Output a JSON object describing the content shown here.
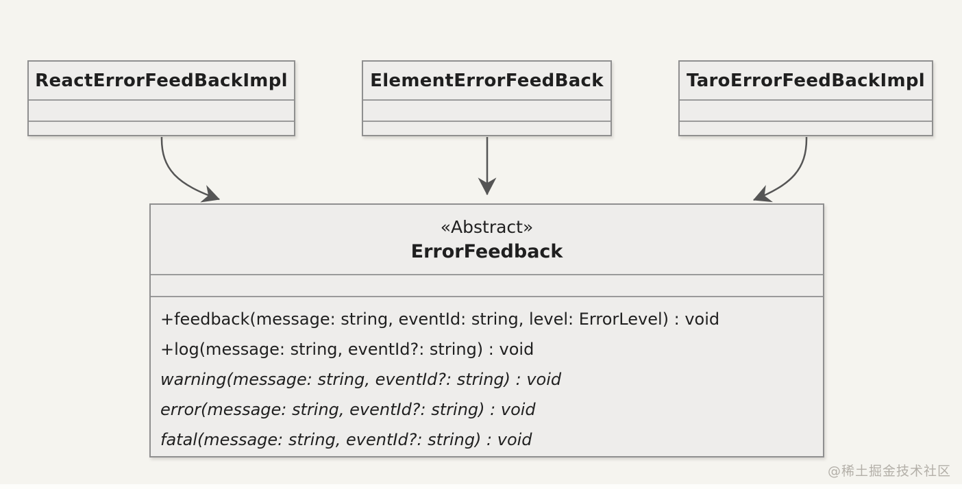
{
  "diagram": {
    "type": "uml-class-diagram",
    "impl_classes": [
      {
        "title": "ReactErrorFeedBackImpl"
      },
      {
        "title": "ElementErrorFeedBack"
      },
      {
        "title": "TaroErrorFeedBackImpl"
      }
    ],
    "abstract_class": {
      "stereotype": "«Abstract»",
      "title": "ErrorFeedback",
      "methods": [
        {
          "text": "+feedback(message: string, eventId: string, level: ErrorLevel) : void",
          "style": "normal"
        },
        {
          "text": "+log(message: string, eventId?: string) : void",
          "style": "normal"
        },
        {
          "text": "warning(message: string, eventId?: string) : void",
          "style": "italic"
        },
        {
          "text": "error(message: string, eventId?: string) : void",
          "style": "italic"
        },
        {
          "text": "fatal(message: string, eventId?: string) : void",
          "style": "italic"
        }
      ]
    },
    "relations": [
      {
        "from": "ReactErrorFeedBackImpl",
        "to": "ErrorFeedback"
      },
      {
        "from": "ElementErrorFeedBack",
        "to": "ErrorFeedback"
      },
      {
        "from": "TaroErrorFeedBackImpl",
        "to": "ErrorFeedback"
      }
    ],
    "colors": {
      "background": "#f5f4ef",
      "box_fill": "#eeedeb",
      "box_border": "#8f8f8f",
      "divider": "#9a9a9a",
      "arrow": "#555555",
      "text": "#1f1f1f",
      "watermark": "#b3afa8"
    }
  },
  "watermark": {
    "text": "@稀土掘金技术社区"
  }
}
